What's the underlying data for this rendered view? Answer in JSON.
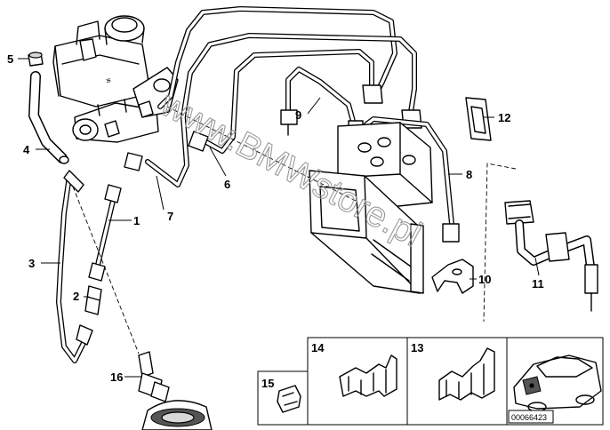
{
  "callouts": {
    "c1": "1",
    "c2": "2",
    "c3": "3",
    "c4": "4",
    "c5": "5",
    "c6": "6",
    "c7": "7",
    "c8": "8",
    "c9": "9",
    "c10": "10",
    "c11": "11",
    "c12": "12",
    "c13": "13",
    "c14": "14",
    "c15": "15",
    "c16": "16"
  },
  "watermark": "www.BMWstore.pl",
  "drawing_number": "00066423"
}
